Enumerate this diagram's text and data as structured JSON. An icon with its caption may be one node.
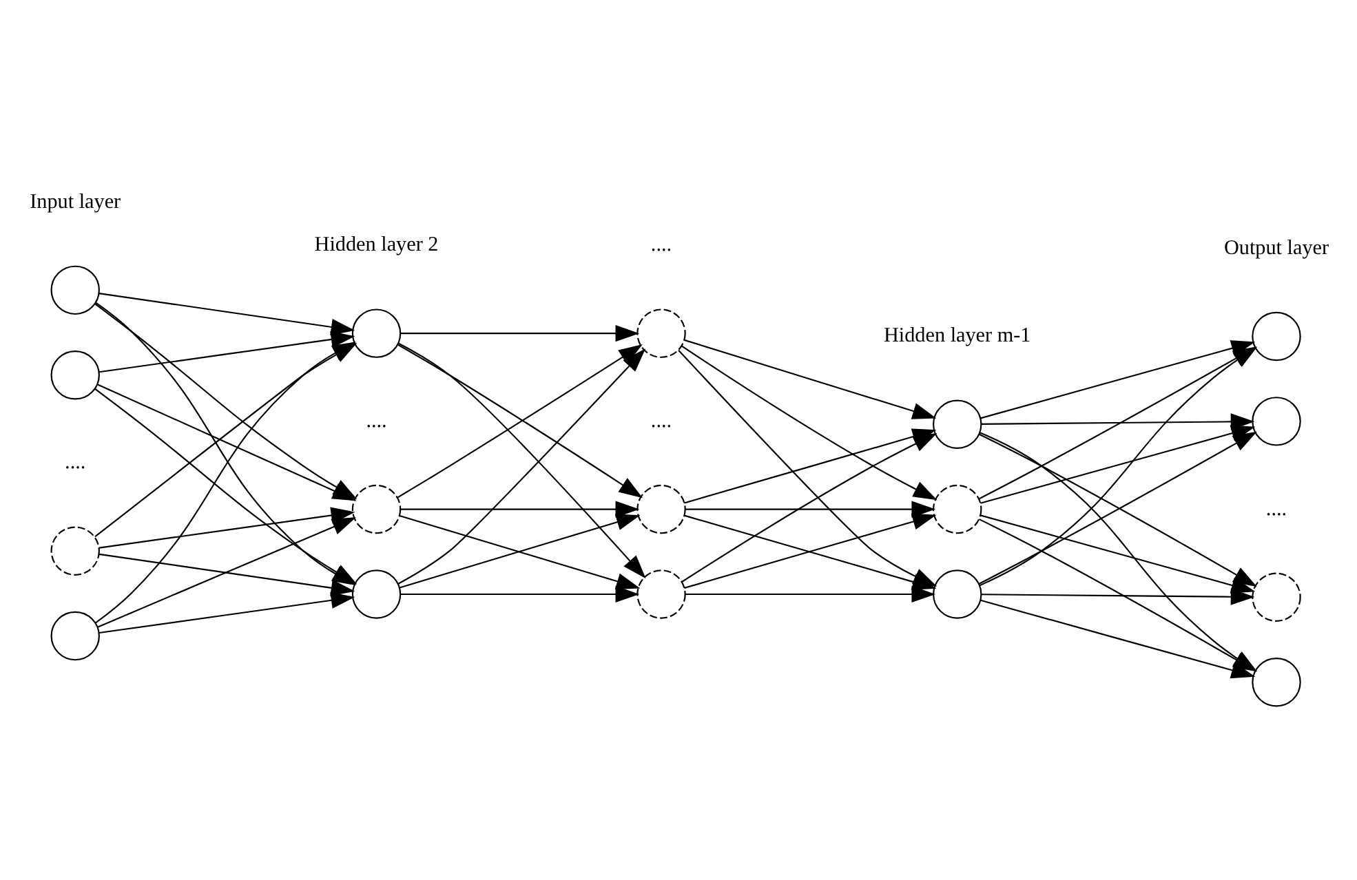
{
  "diagram": {
    "nodes": [
      {
        "text": [],
        "shape": "circle"
      },
      {
        "text": [],
        "shape": "circle"
      },
      {
        "text": [],
        "shape": "circle"
      },
      {
        "text": [],
        "shape": "circle"
      },
      {
        "text": [],
        "shape": "circle"
      },
      {
        "text": [],
        "shape": "circle"
      },
      {
        "text": [],
        "shape": "circle"
      },
      {
        "text": [],
        "shape": "circle"
      },
      {
        "text": [],
        "shape": "circle"
      },
      {
        "text": [],
        "shape": "circle"
      },
      {
        "text": [],
        "shape": "circle"
      },
      {
        "text": [],
        "shape": "circle"
      },
      {
        "text": [],
        "shape": "circle"
      },
      {
        "text": [],
        "shape": "circle"
      },
      {
        "text": [],
        "shape": "circle"
      },
      {
        "text": [],
        "shape": "circle"
      },
      {
        "text": [],
        "shape": "circle"
      }
    ],
    "edges": [
      {
        "from": 0,
        "to": 4,
        "arrow": "to"
      },
      {
        "from": 0,
        "to": 5,
        "arrow": "to"
      },
      {
        "from": 0,
        "to": 6,
        "arrow": "to"
      },
      {
        "from": 1,
        "to": 4,
        "arrow": "to"
      },
      {
        "from": 1,
        "to": 5,
        "arrow": "to"
      },
      {
        "from": 1,
        "to": 6,
        "arrow": "to"
      },
      {
        "from": 2,
        "to": 4,
        "arrow": "to"
      },
      {
        "from": 2,
        "to": 5,
        "arrow": "to"
      },
      {
        "from": 2,
        "to": 6,
        "arrow": "to"
      },
      {
        "from": 3,
        "to": 4,
        "arrow": "to"
      },
      {
        "from": 3,
        "to": 5,
        "arrow": "to"
      },
      {
        "from": 3,
        "to": 6,
        "arrow": "to"
      },
      {
        "from": 4,
        "to": 7,
        "arrow": "to"
      },
      {
        "from": 4,
        "to": 8,
        "arrow": "to"
      },
      {
        "from": 4,
        "to": 9,
        "arrow": "to"
      },
      {
        "from": 5,
        "to": 7,
        "arrow": "to"
      },
      {
        "from": 5,
        "to": 8,
        "arrow": "to"
      },
      {
        "from": 5,
        "to": 9,
        "arrow": "to"
      },
      {
        "from": 6,
        "to": 7,
        "arrow": "to"
      },
      {
        "from": 6,
        "to": 8,
        "arrow": "to"
      },
      {
        "from": 6,
        "to": 9,
        "arrow": "to"
      },
      {
        "from": 7,
        "to": 10,
        "arrow": "to"
      },
      {
        "from": 7,
        "to": 11,
        "arrow": "to"
      },
      {
        "from": 7,
        "to": 12,
        "arrow": "to"
      },
      {
        "from": 8,
        "to": 10,
        "arrow": "to"
      },
      {
        "from": 8,
        "to": 11,
        "arrow": "to"
      },
      {
        "from": 8,
        "to": 12,
        "arrow": "to"
      },
      {
        "from": 9,
        "to": 10,
        "arrow": "to"
      },
      {
        "from": 9,
        "to": 11,
        "arrow": "to"
      },
      {
        "from": 9,
        "to": 12,
        "arrow": "to"
      },
      {
        "from": 10,
        "to": 13,
        "arrow": "to"
      },
      {
        "from": 10,
        "to": 14,
        "arrow": "to"
      },
      {
        "from": 10,
        "to": 15,
        "arrow": "to"
      },
      {
        "from": 10,
        "to": 16,
        "arrow": "to"
      },
      {
        "from": 11,
        "to": 13,
        "arrow": "to"
      },
      {
        "from": 11,
        "to": 14,
        "arrow": "to"
      },
      {
        "from": 11,
        "to": 15,
        "arrow": "to"
      },
      {
        "from": 11,
        "to": 16,
        "arrow": "to"
      },
      {
        "from": 12,
        "to": 13,
        "arrow": "to"
      },
      {
        "from": 12,
        "to": 14,
        "arrow": "to"
      },
      {
        "from": 12,
        "to": 15,
        "arrow": "to"
      },
      {
        "from": 12,
        "to": 16,
        "arrow": "to"
      }
    ],
    "labels": [
      "Input layer",
      "Hidden layer 2",
      "....",
      "Hidden layer m-1",
      "Output layer",
      "....",
      "....",
      "....",
      "...."
    ]
  }
}
